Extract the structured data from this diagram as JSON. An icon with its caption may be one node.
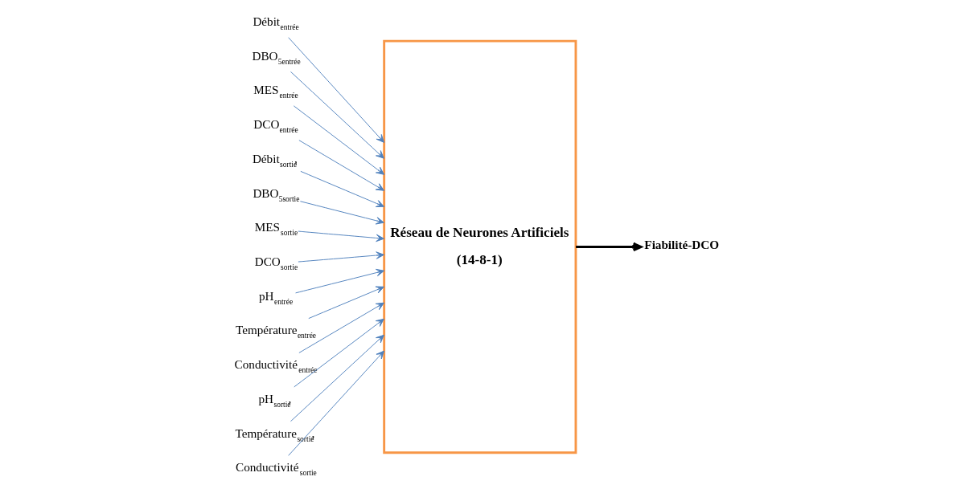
{
  "diagram": {
    "nodes": [
      {
        "text": [
          "Débit$_{entrée}$"
        ]
      },
      {
        "text": [
          "DBO$_{5entrée}$"
        ]
      },
      {
        "text": [
          "MES$_{entrée}$"
        ]
      },
      {
        "text": [
          "DCO$_{entrée}$"
        ]
      },
      {
        "text": [
          "Débit$_{sortie}$,"
        ]
      },
      {
        "text": [
          "DBO$_{5sortie}$"
        ]
      },
      {
        "text": [
          "MES$_{sortie}$"
        ]
      },
      {
        "text": [
          "DCO$_{sortie}$"
        ]
      },
      {
        "text": [
          "pH$_{entrée}$"
        ]
      },
      {
        "text": [
          "Température$_{entrée}$"
        ]
      },
      {
        "text": [
          "Conductivité$_{entrée}$"
        ]
      },
      {
        "text": [
          "pH$_{sortie}$,"
        ]
      },
      {
        "text": [
          "Température$_{sortie}$,"
        ]
      },
      {
        "text": [
          "Conductivité$_{sortie}$"
        ]
      },
      {
        "text": [
          "Réseau de Neurones Artificiels",
          "(14-8-1)"
        ]
      },
      {
        "text": [
          "Fiabilité-DCO"
        ]
      }
    ],
    "edges": [
      {
        "from": 0,
        "to": 14,
        "arrow": "to"
      },
      {
        "from": 1,
        "to": 14,
        "arrow": "to"
      },
      {
        "from": 2,
        "to": 14,
        "arrow": "to"
      },
      {
        "from": 3,
        "to": 14,
        "arrow": "to"
      },
      {
        "from": 4,
        "to": 14,
        "arrow": "to"
      },
      {
        "from": 5,
        "to": 14,
        "arrow": "to"
      },
      {
        "from": 6,
        "to": 14,
        "arrow": "to"
      },
      {
        "from": 7,
        "to": 14,
        "arrow": "to"
      },
      {
        "from": 8,
        "to": 14,
        "arrow": "to"
      },
      {
        "from": 9,
        "to": 14,
        "arrow": "to"
      },
      {
        "from": 10,
        "to": 14,
        "arrow": "to"
      },
      {
        "from": 11,
        "to": 14,
        "arrow": "to"
      },
      {
        "from": 12,
        "to": 14,
        "arrow": "to"
      },
      {
        "from": 13,
        "to": 14,
        "arrow": "to"
      },
      {
        "from": 14,
        "to": 15,
        "arrow": "to",
        "style": "thick",
        "color": "#000000"
      }
    ]
  }
}
